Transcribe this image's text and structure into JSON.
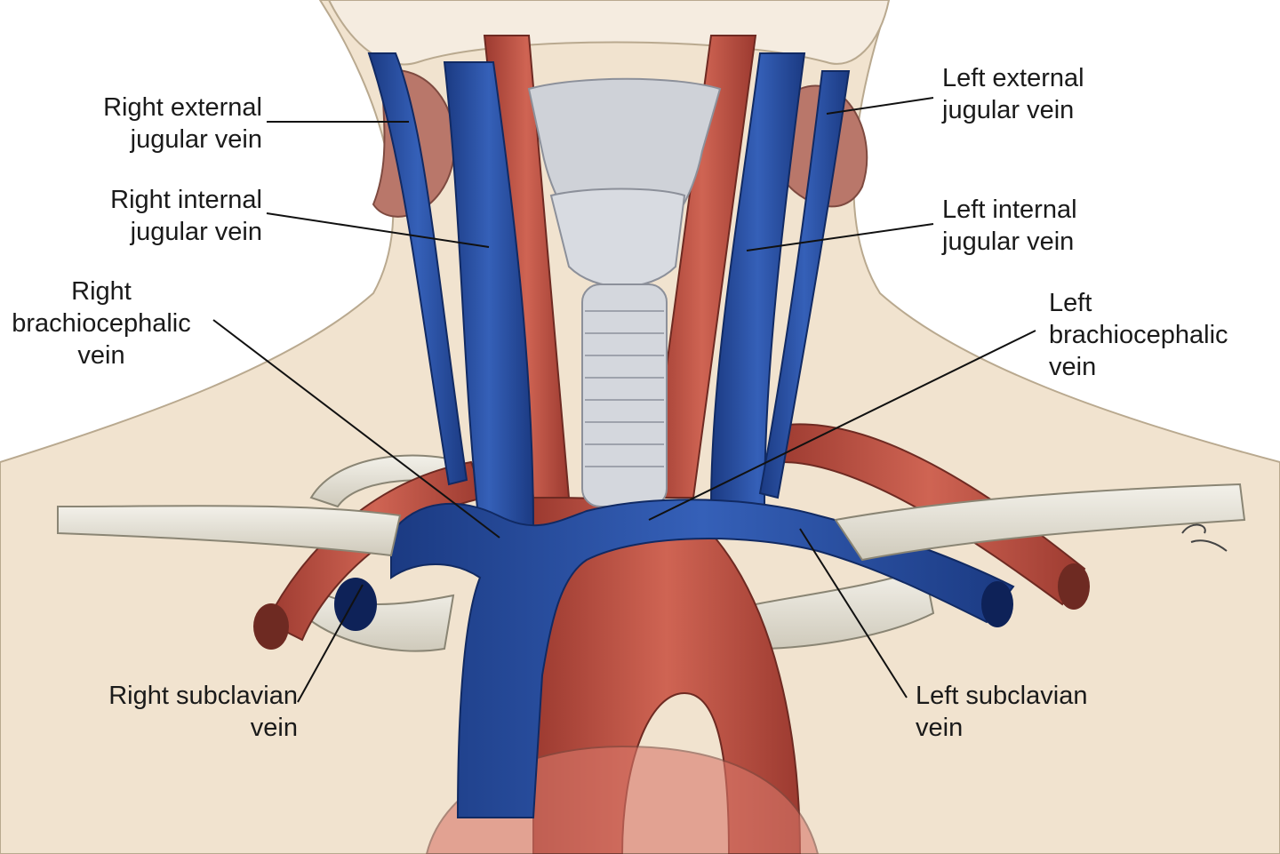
{
  "labels": {
    "right_external_jugular": [
      "Right external",
      "jugular vein"
    ],
    "right_internal_jugular": [
      "Right internal",
      "jugular vein"
    ],
    "right_brachiocephalic": [
      "Right",
      "brachiocephalic",
      "vein"
    ],
    "right_subclavian": [
      "Right subclavian",
      "vein"
    ],
    "left_external_jugular": [
      "Left external",
      "jugular vein"
    ],
    "left_internal_jugular": [
      "Left internal",
      "jugular vein"
    ],
    "left_brachiocephalic": [
      "Left",
      "brachiocephalic",
      "vein"
    ],
    "left_subclavian": [
      "Left subclavian",
      "vein"
    ]
  },
  "colors": {
    "vein": "#23479a",
    "artery": "#b84a3e",
    "bone": "#e8e4d8",
    "skin": "#f1e3cf",
    "cartilage": "#cfd2d8"
  }
}
